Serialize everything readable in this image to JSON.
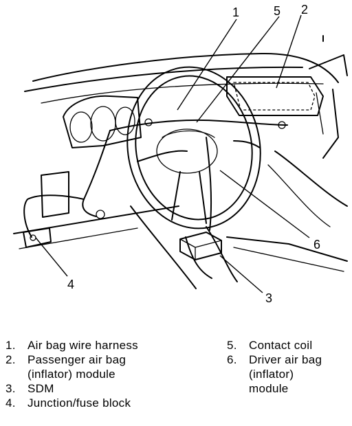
{
  "callouts": {
    "c1": "1",
    "c2": "2",
    "c3": "3",
    "c4": "4",
    "c5": "5",
    "c6": "6"
  },
  "legend": {
    "left": [
      {
        "num": "1.",
        "lines": [
          "Air bag wire harness"
        ]
      },
      {
        "num": "2.",
        "lines": [
          "Passenger air bag",
          "(inflator) module"
        ]
      },
      {
        "num": "3.",
        "lines": [
          "SDM"
        ]
      },
      {
        "num": "4.",
        "lines": [
          "Junction/fuse block"
        ]
      }
    ],
    "right": [
      {
        "num": "5.",
        "lines": [
          "Contact coil"
        ]
      },
      {
        "num": "6.",
        "lines": [
          "Driver air bag",
          "(inflator)",
          "module"
        ]
      }
    ]
  }
}
